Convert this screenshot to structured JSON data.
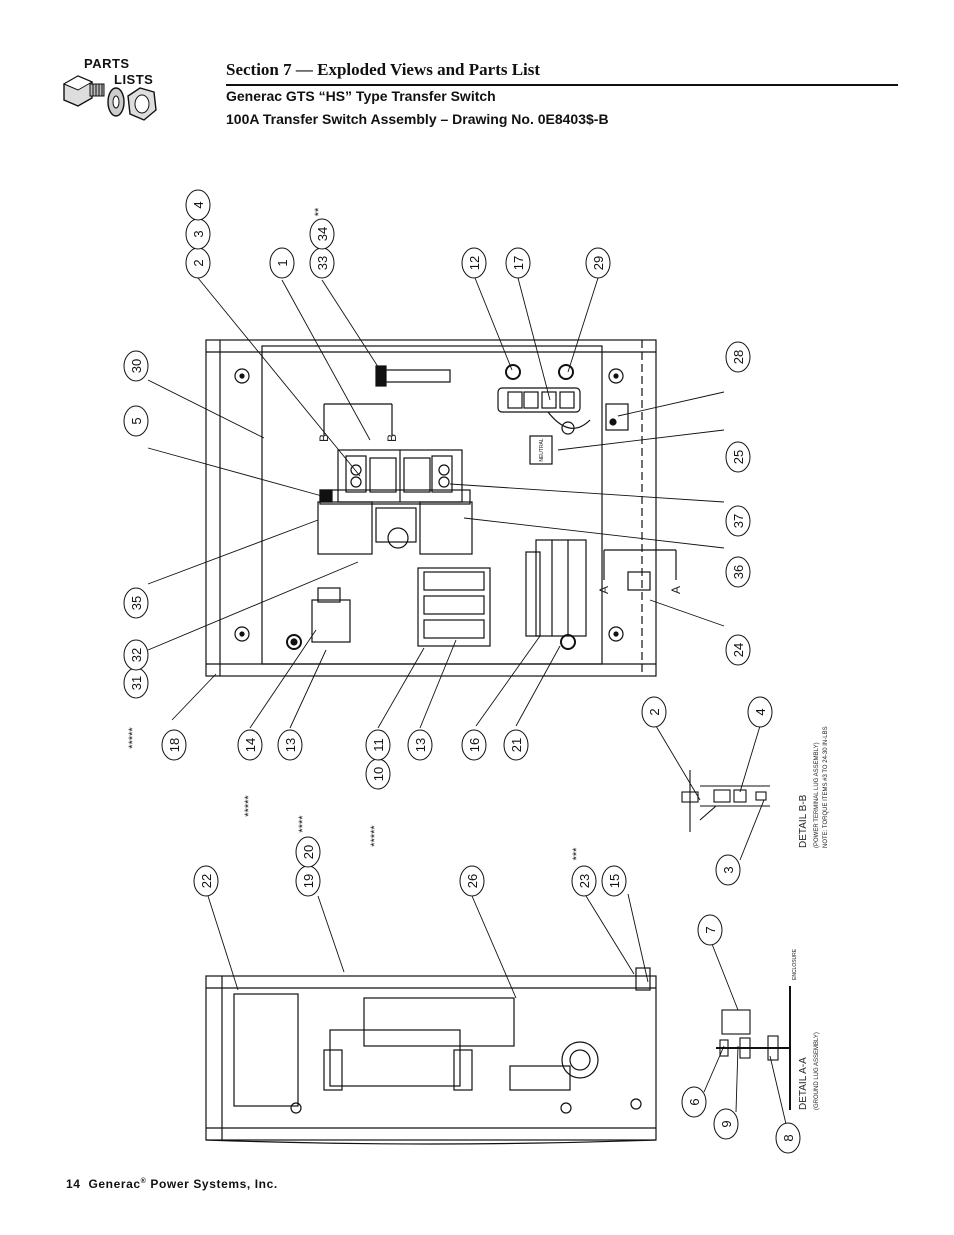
{
  "header": {
    "logo_line1": "PARTS",
    "logo_line2": "LISTS",
    "section_title": "Section 7 — Exploded Views and Parts List",
    "subtitle": "Generac GTS “HS” Type Transfer Switch",
    "drawing_line": "100A Transfer Switch Assembly – Drawing No. 0E8403$-B"
  },
  "drawing": {
    "callouts_top": [
      "2",
      "3",
      "4",
      "1",
      "33",
      "34",
      "12",
      "17",
      "29"
    ],
    "callouts_right": [
      "28",
      "25",
      "37",
      "36",
      "24"
    ],
    "callouts_left": [
      "30",
      "5",
      "35",
      "31",
      "32"
    ],
    "callouts_bottom_row": [
      "18",
      "14",
      "13",
      "10",
      "11",
      "13",
      "16",
      "21"
    ],
    "callouts_lower": [
      "22",
      "19",
      "20",
      "26",
      "23",
      "15"
    ],
    "callouts_detail_bb": [
      "2",
      "4",
      "3"
    ],
    "callouts_detail_aa": [
      "7",
      "6",
      "9",
      "8"
    ],
    "star_marks": [
      "**",
      "*****",
      "*****",
      "****",
      "*****",
      "***"
    ],
    "section_marks": [
      "B",
      "B",
      "A",
      "A"
    ],
    "detail_bb_title": "DETAIL B-B",
    "detail_bb_sub": "(POWER TERMINAL LUG ASSEMBLY)",
    "detail_bb_note": "NOTE: TORQUE ITEMS #3 TO 24-30 IN-LBS",
    "detail_aa_title": "DETAIL A-A",
    "detail_aa_sub": "(GROUND LUG ASSEMBLY)",
    "detail_aa_label": "ENCLOSURE",
    "neutral_label": "NEUTRAL"
  },
  "footer": {
    "page_number": "14",
    "company": "Generac",
    "reg": "®",
    "company_rest": " Power Systems, Inc."
  }
}
